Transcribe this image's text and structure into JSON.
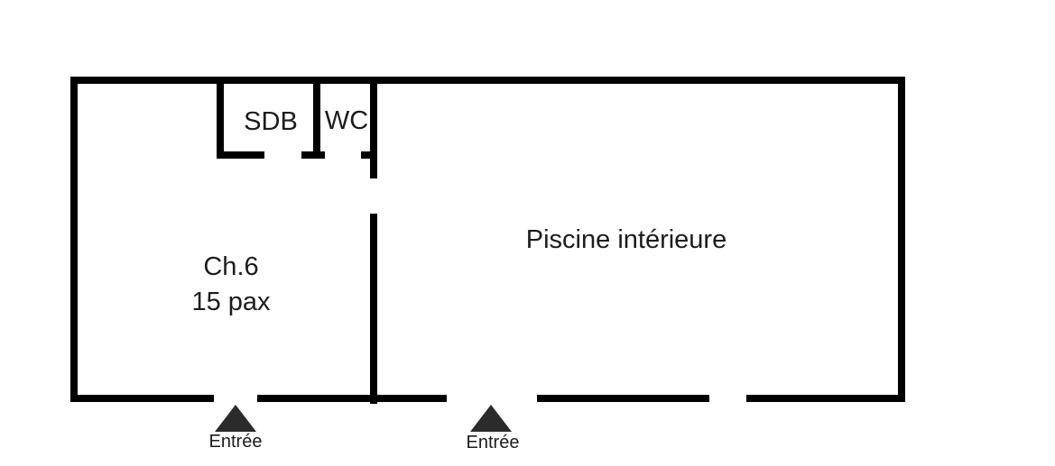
{
  "diagram": {
    "type": "floor-plan",
    "background_color": "#ffffff",
    "wall_color": "#000000",
    "text_color": "#1c1c1c",
    "triangle_color": "#2b2b2b"
  },
  "rooms": {
    "sdb": {
      "label": "SDB"
    },
    "wc": {
      "label": "WC"
    },
    "ch6": {
      "label": "Ch.6",
      "capacity": "15 pax"
    },
    "piscine": {
      "label": "Piscine intérieure"
    }
  },
  "entrances": {
    "left": {
      "label": "Entrée"
    },
    "right": {
      "label": "Entrée"
    }
  }
}
